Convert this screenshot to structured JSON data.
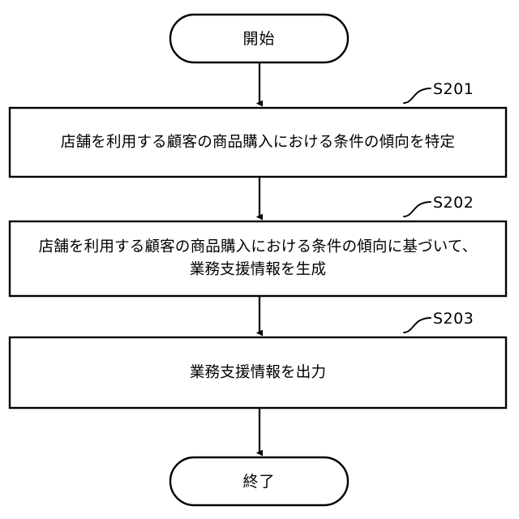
{
  "diagram": {
    "type": "flowchart",
    "orientation": "vertical",
    "figure_label": "",
    "stroke_color": "#000000",
    "fill_color": "#ffffff",
    "nodes": [
      {
        "id": "start",
        "shape": "terminator",
        "label": "開始",
        "lines": [
          "開始"
        ]
      },
      {
        "id": "s201",
        "shape": "process",
        "ref": "S201",
        "label": "店舗を利用する顧客の商品購入における条件の傾向を特定",
        "lines": [
          "店舗を利用する顧客の商品購入における条件の傾向を特定"
        ]
      },
      {
        "id": "s202",
        "shape": "process",
        "ref": "S202",
        "label": "店舗を利用する顧客の商品購入における条件の傾向に基づいて、業務支援情報を生成",
        "lines": [
          "店舗を利用する顧客の商品購入における条件の傾向に基づいて、",
          "業務支援情報を生成"
        ]
      },
      {
        "id": "s203",
        "shape": "process",
        "ref": "S203",
        "label": "業務支援情報を出力",
        "lines": [
          "業務支援情報を出力"
        ]
      },
      {
        "id": "end",
        "shape": "terminator",
        "label": "終了",
        "lines": [
          "終了"
        ]
      }
    ],
    "reference_labels": [
      {
        "id": "ref-s201",
        "text": "S201"
      },
      {
        "id": "ref-s202",
        "text": "S202"
      },
      {
        "id": "ref-s203",
        "text": "S203"
      }
    ],
    "edges": [
      {
        "from": "start",
        "to": "s201",
        "arrow": "down"
      },
      {
        "from": "s201",
        "to": "s202",
        "arrow": "down"
      },
      {
        "from": "s202",
        "to": "s203",
        "arrow": "down"
      },
      {
        "from": "s203",
        "to": "end",
        "arrow": "down"
      }
    ]
  }
}
